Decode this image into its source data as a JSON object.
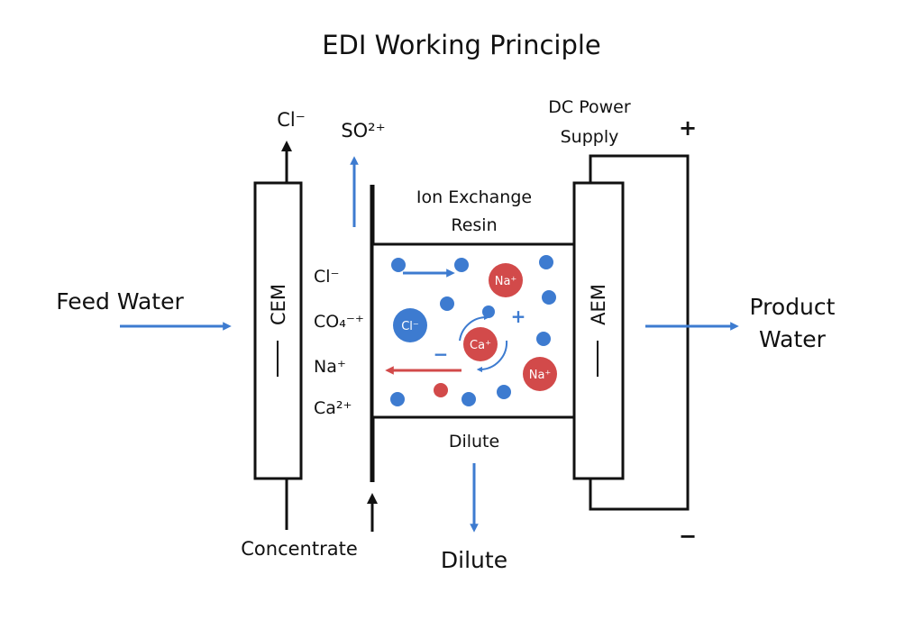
{
  "title": "EDI Working Principle",
  "labels": {
    "feed_water": "Feed Water",
    "product_water_line1": "Product",
    "product_water_line2": "Water",
    "cem": "CEM",
    "aem": "AEM",
    "resin_line1": "Ion Exchange",
    "resin_line2": "Resin",
    "dc_line1": "DC Power",
    "dc_line2": "Supply",
    "plus": "+",
    "minus": "−",
    "dilute_inner": "Dilute",
    "dilute_outer": "Dilute",
    "concentrate": "Concentrate",
    "cl_top": "Cl⁻",
    "so_top": "SO²⁺"
  },
  "ion_list": [
    "Cl⁻",
    "CO₄⁻⁺",
    "Na⁺",
    "Ca²⁺"
  ],
  "circle_ions": {
    "na1": "Na⁺",
    "cl": "Cl⁻",
    "ca": "Ca⁺",
    "na2": "Na⁺",
    "plus": "+",
    "minus": "−"
  },
  "colors": {
    "anion_blue": "#3d7bd0",
    "cation_red": "#d24a4a",
    "line": "#111111"
  }
}
